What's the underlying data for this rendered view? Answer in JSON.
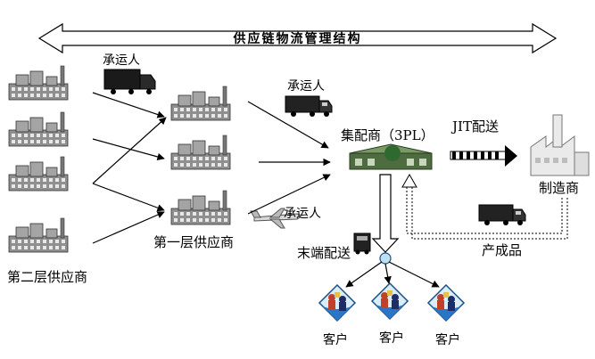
{
  "title": "供应链物流管理结构",
  "labels": {
    "tier2": "第二层供应商",
    "tier1": "第一层供应商",
    "carrier_top": "承运人",
    "carrier_mid": "承运人",
    "carrier_air": "承运人",
    "consolidator": "集配商（3PL）",
    "jit": "JIT配送",
    "manufacturer": "制造商",
    "product": "产成品",
    "last_mile": "末端配送",
    "customer_1": "客户",
    "customer_2": "客户",
    "customer_3": "客户"
  },
  "colors": {
    "building_wall": "#9a9a9a",
    "building_window": "#e8e8e8",
    "arrow": "#000000",
    "customer_icon_bg": "#d9edf8"
  },
  "icons": {
    "supplier": "factory-icon",
    "manufacturer": "plant-icon",
    "truck": "truck-icon",
    "airplane": "airplane-icon",
    "customer": "customer-icon",
    "hub": "distribution-center-icon"
  }
}
